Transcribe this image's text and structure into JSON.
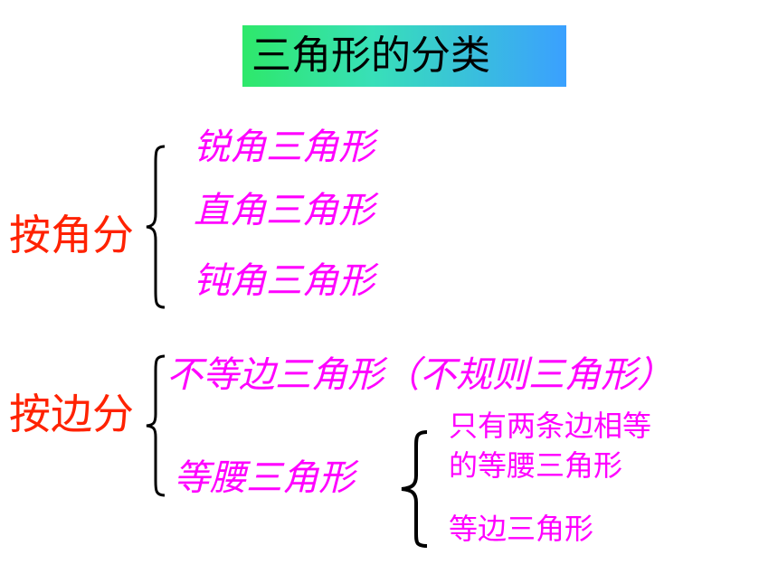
{
  "title": "三角形的分类",
  "by_angle": {
    "label": "按角分",
    "items": [
      "锐角三角形",
      "直角三角形",
      "钝角三角形"
    ]
  },
  "by_side": {
    "label": "按边分",
    "scalene": "不等边三角形（不规则三角形）",
    "isosceles": {
      "label": "等腰三角形",
      "sub_items": [
        "只有两条边相等",
        "的等腰三角形",
        "等边三角形"
      ]
    }
  },
  "colors": {
    "category": "#ff2200",
    "item": "#ff00ff",
    "title_gradient": [
      "#2ee86a",
      "#3aa0ff"
    ]
  }
}
